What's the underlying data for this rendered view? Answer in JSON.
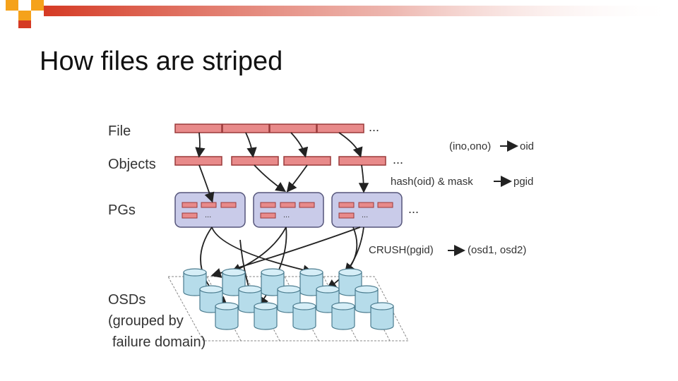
{
  "slide": {
    "title": "How files are striped",
    "accent_colors": {
      "orange": "#f5a21b",
      "red": "#d53a24"
    }
  },
  "diagram": {
    "row_labels": {
      "file": "File",
      "objects": "Objects",
      "pgs": "PGs",
      "osds_line1": "OSDs",
      "osds_line2": "(grouped by",
      "osds_line3": "failure domain)"
    },
    "mappings": {
      "object_id": {
        "lhs": "(ino,ono)",
        "rhs": "oid"
      },
      "placement_group": {
        "lhs": "hash(oid) & mask",
        "rhs": "pgid"
      },
      "crush": {
        "lhs": "CRUSH(pgid)",
        "rhs": "(osd1, osd2)"
      }
    },
    "ellipsis": "...",
    "colors": {
      "stripe_fill": "#e88a8a",
      "stripe_stroke": "#9a3a3a",
      "pg_fill": "#c9cbe9",
      "pg_stroke": "#55557a",
      "osd_fill": "#b6dcea",
      "osd_stroke": "#4b7c8f"
    }
  }
}
